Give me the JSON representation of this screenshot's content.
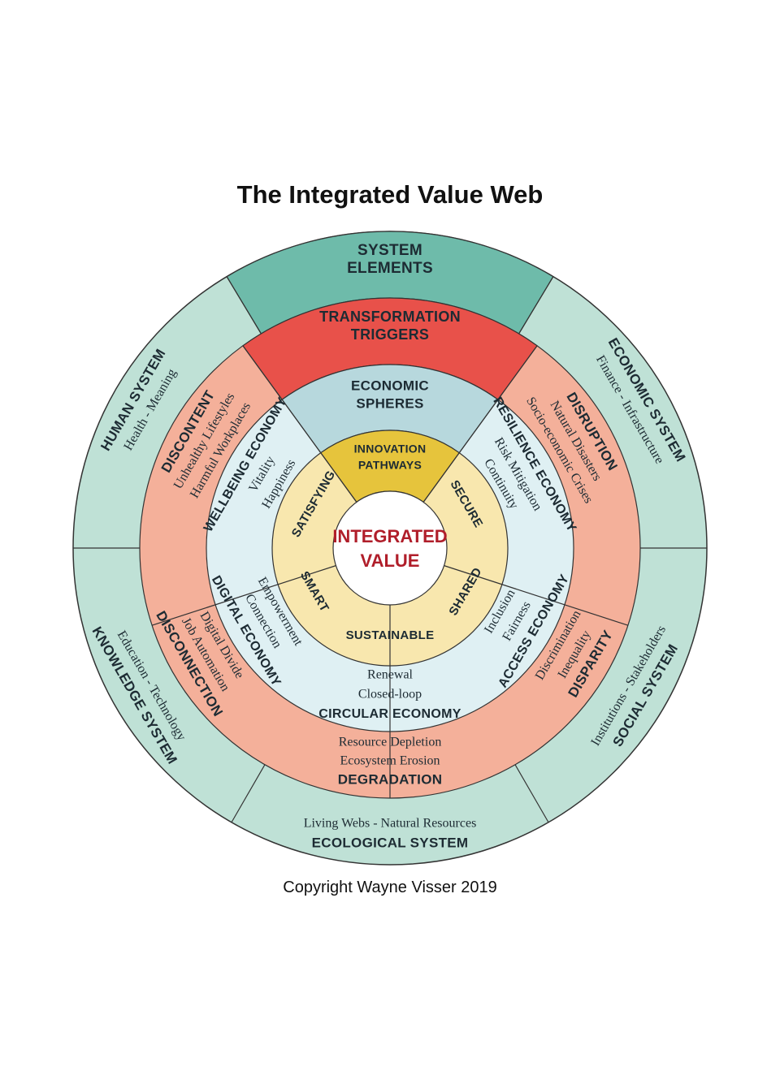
{
  "title": "The Integrated Value Web",
  "copyright": "Copyright Wayne Visser 2019",
  "center": {
    "line1": "INTEGRATED",
    "line2": "VALUE"
  },
  "colors": {
    "outer_ring": "#bfe1d6",
    "system_elements": "#6ebbaa",
    "trigger_ring": "#f4b09a",
    "transformation_triggers": "#e8514a",
    "sphere_ring": "#dff0f3",
    "economic_spheres": "#b7d8dd",
    "pathway_ring": "#f8e7ae",
    "innovation_pathways": "#e6c43c",
    "center": "#ffffff",
    "center_text": "#b01e2a",
    "line": "#333333"
  },
  "headers": {
    "system_elements": [
      "SYSTEM",
      "ELEMENTS"
    ],
    "transformation_triggers": [
      "TRANSFORMATION",
      "TRIGGERS"
    ],
    "economic_spheres": [
      "ECONOMIC",
      "SPHERES"
    ],
    "innovation_pathways": [
      "INNOVATION",
      "PATHWAYS"
    ]
  },
  "segments": [
    {
      "system": "HUMAN SYSTEM",
      "system_detail": "Health - Meaning",
      "trigger": "DISCONTENT",
      "trigger_details": [
        "Unhealthy Lifestyles",
        "Harmful Workplaces"
      ],
      "economy": "WELLBEING ECONOMY",
      "economy_details": [
        "Vitality",
        "Happiness"
      ],
      "pathway": "SATISFYING"
    },
    {
      "system": "ECONOMIC SYSTEM",
      "system_detail": "Finance - Infrastructure",
      "trigger": "DISRUPTION",
      "trigger_details": [
        "Natural Disasters",
        "Socio-economic Crises"
      ],
      "economy": "RESILIENCE ECONOMY",
      "economy_details": [
        "Risk Mitigation",
        "Continuity"
      ],
      "pathway": "SECURE"
    },
    {
      "system": "SOCIAL SYSTEM",
      "system_detail": "Institutions - Stakeholders",
      "trigger": "DISPARITY",
      "trigger_details": [
        "Discrimination",
        "Inequality"
      ],
      "economy": "ACCESS ECONOMY",
      "economy_details": [
        "Inclusion",
        "Fairness"
      ],
      "pathway": "SHARED"
    },
    {
      "system": "ECOLOGICAL SYSTEM",
      "system_detail": "Living Webs - Natural Resources",
      "trigger": "DEGRADATION",
      "trigger_details": [
        "Resource Depletion",
        "Ecosystem Erosion"
      ],
      "economy": "CIRCULAR ECONOMY",
      "economy_details": [
        "Renewal",
        "Closed-loop"
      ],
      "pathway": "SUSTAINABLE"
    },
    {
      "system": "KNOWLEDGE SYSTEM",
      "system_detail": "Education - Technology",
      "trigger": "DISCONNECTION",
      "trigger_details": [
        "Digital Divide",
        "Job Automation"
      ],
      "economy": "DIGITAL ECONOMY",
      "economy_details": [
        "Empowerment",
        "Connection"
      ],
      "pathway": "SMART"
    }
  ]
}
